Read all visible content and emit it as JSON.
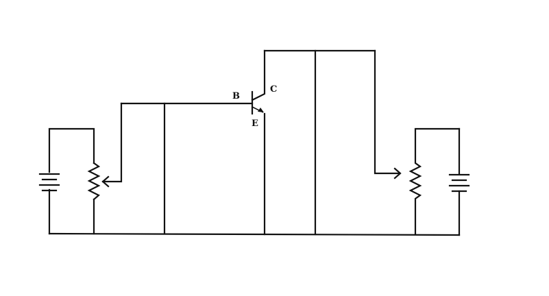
{
  "transistor": {
    "base_label": "B",
    "collector_label": "C",
    "emitter_label": "E"
  },
  "colors": {
    "wire": "#111111",
    "background": "#ffffff"
  },
  "components": [
    {
      "name": "battery-left-icon"
    },
    {
      "name": "potentiometer-left-icon"
    },
    {
      "name": "transistor-icon"
    },
    {
      "name": "potentiometer-right-icon"
    },
    {
      "name": "battery-right-icon"
    }
  ]
}
